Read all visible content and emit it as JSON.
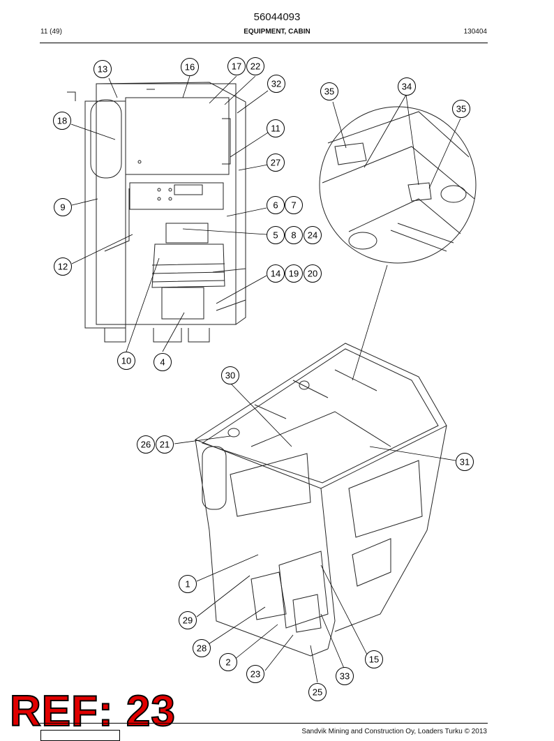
{
  "header": {
    "part_number": "56044093",
    "page": "11 (49)",
    "section_title": "EQUIPMENT, CABIN",
    "doc_code": "130404"
  },
  "callouts": [
    {
      "label": "13"
    },
    {
      "label": "16"
    },
    {
      "label": "17"
    },
    {
      "label": "22"
    },
    {
      "label": "32"
    },
    {
      "label": "18"
    },
    {
      "label": "11"
    },
    {
      "label": "27"
    },
    {
      "label": "9"
    },
    {
      "label": "6"
    },
    {
      "label": "7"
    },
    {
      "label": "5"
    },
    {
      "label": "8"
    },
    {
      "label": "24"
    },
    {
      "label": "12"
    },
    {
      "label": "14"
    },
    {
      "label": "19"
    },
    {
      "label": "20"
    },
    {
      "label": "10"
    },
    {
      "label": "4"
    },
    {
      "label": "35"
    },
    {
      "label": "34"
    },
    {
      "label": "35"
    },
    {
      "label": "30"
    },
    {
      "label": "26"
    },
    {
      "label": "21"
    },
    {
      "label": "31"
    },
    {
      "label": "1"
    },
    {
      "label": "29"
    },
    {
      "label": "28"
    },
    {
      "label": "2"
    },
    {
      "label": "23"
    },
    {
      "label": "15"
    },
    {
      "label": "33"
    },
    {
      "label": "25"
    }
  ],
  "overlay": {
    "ref_label": "REF: 23"
  },
  "footer": {
    "copyright": "Sandvik Mining and Construction Oy, Loaders Turku © 2013"
  }
}
